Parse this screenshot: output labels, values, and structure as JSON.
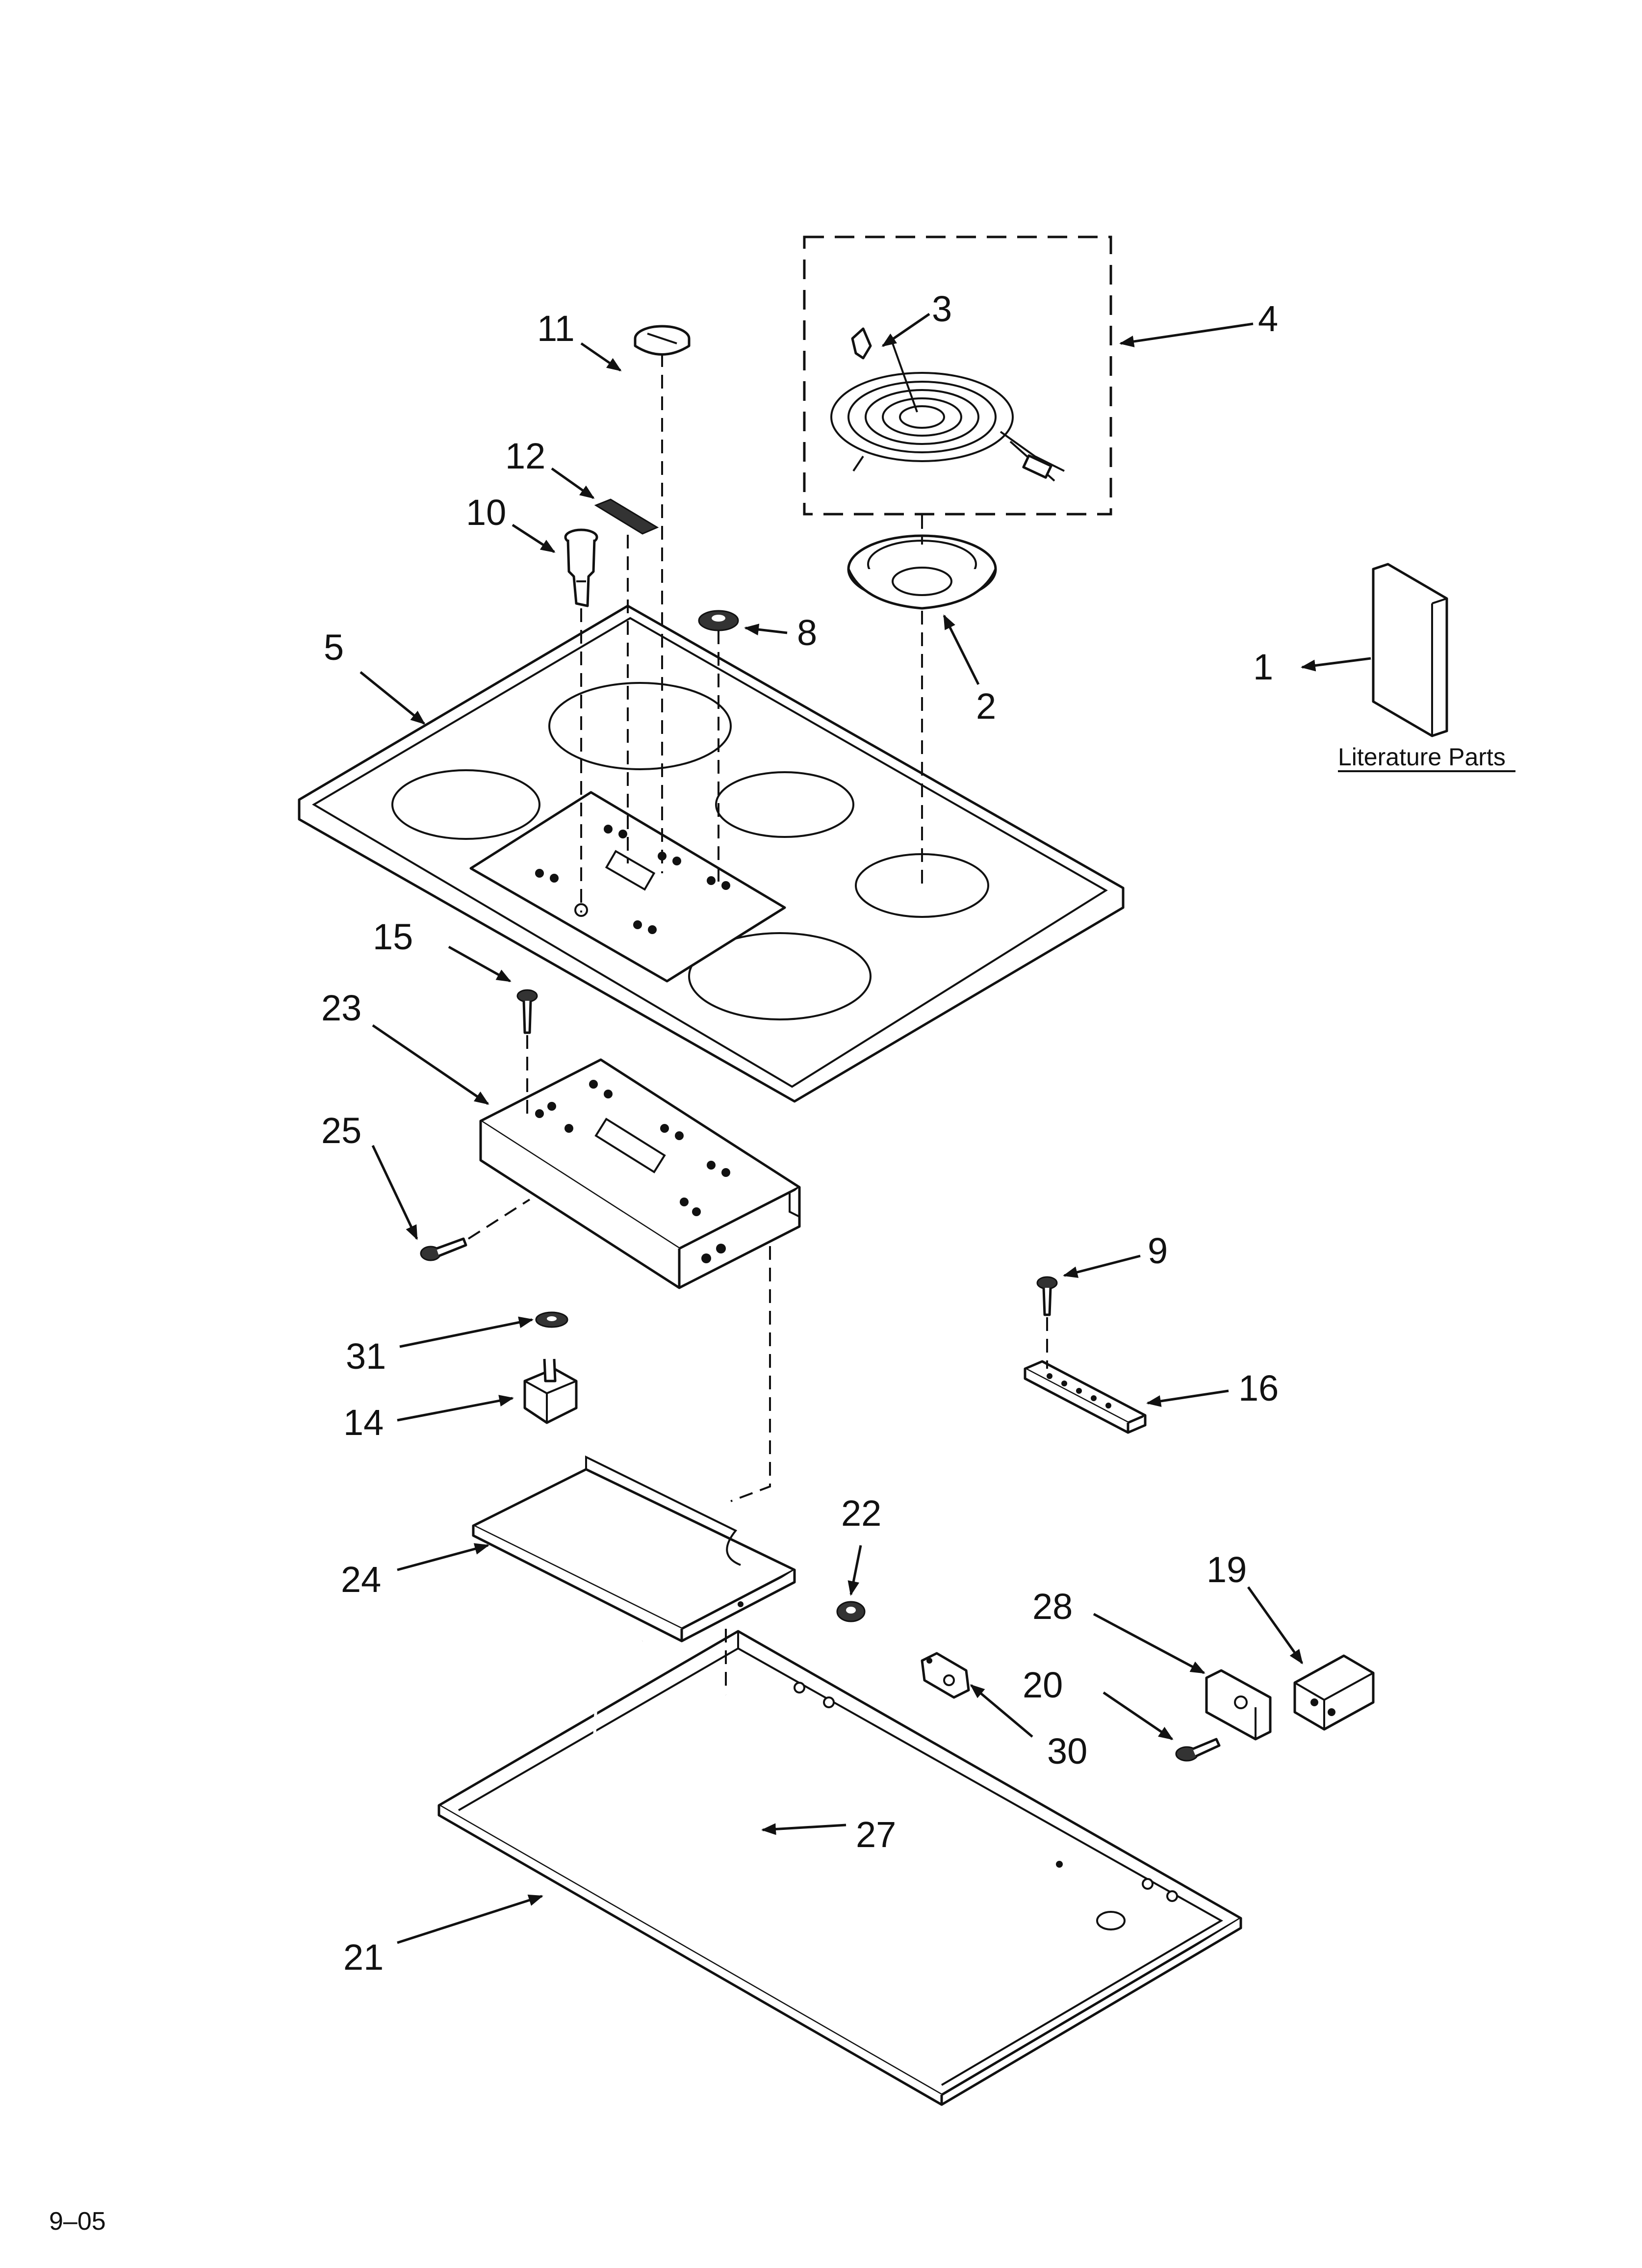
{
  "callouts": {
    "c1": "1",
    "c2": "2",
    "c3": "3",
    "c4": "4",
    "c5": "5",
    "c8": "8",
    "c9": "9",
    "c10": "10",
    "c11": "11",
    "c12": "12",
    "c14": "14",
    "c15": "15",
    "c16": "16",
    "c19": "19",
    "c20": "20",
    "c21": "21",
    "c22": "22",
    "c23": "23",
    "c24": "24",
    "c25": "25",
    "c27": "27",
    "c28": "28",
    "c30": "30",
    "c31": "31"
  },
  "literature_label": "Literature Parts",
  "date_code": "9–05"
}
